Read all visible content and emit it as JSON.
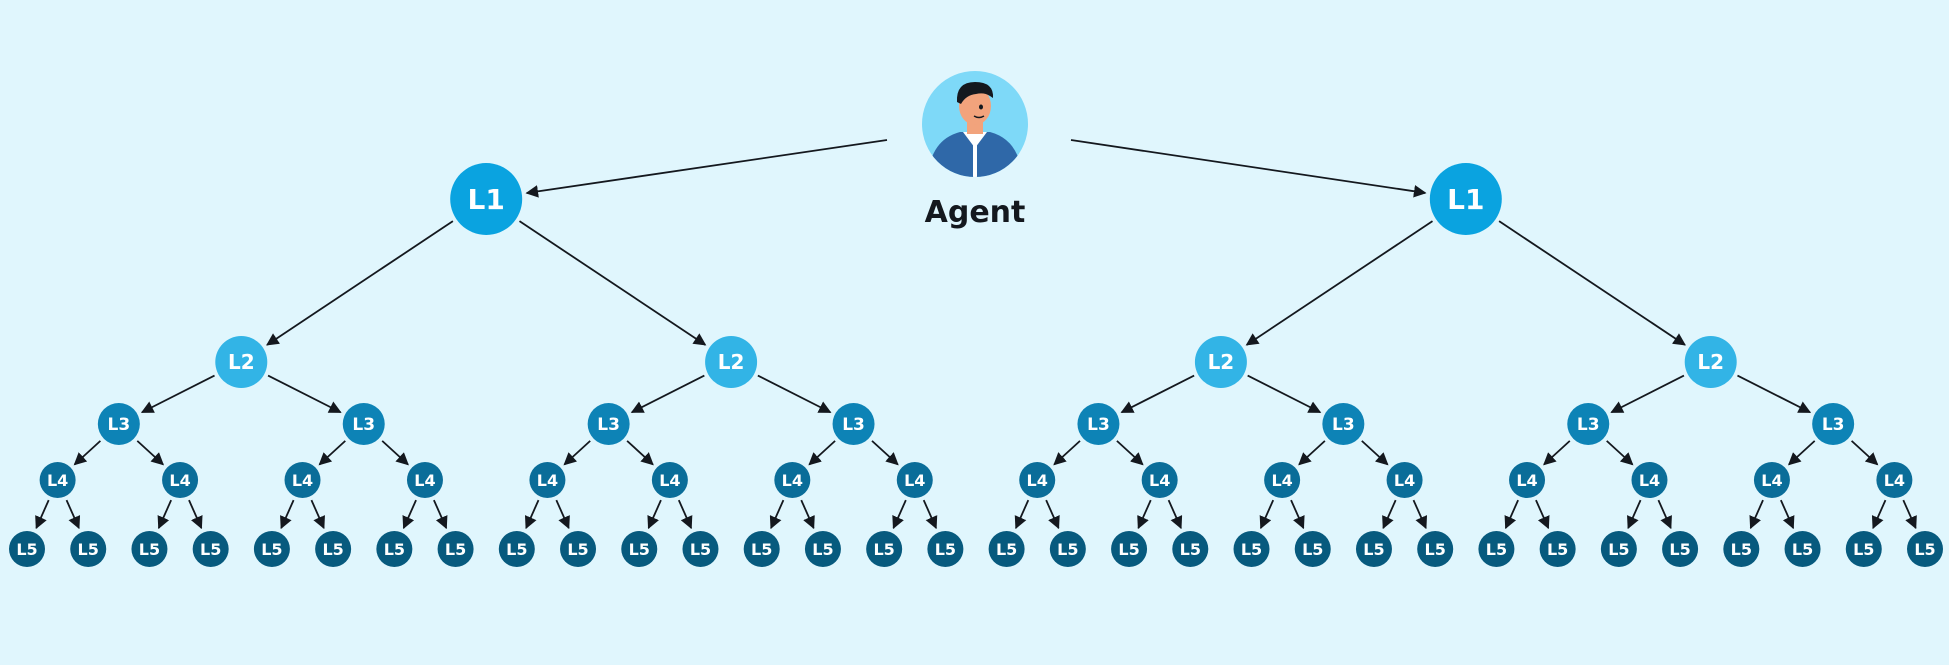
{
  "agent": {
    "label": "Agent",
    "icon": "agent-avatar-icon",
    "avatar_bg": "#7ed9f8",
    "shirt_color": "#2f68a8",
    "skin_color": "#f2a37c",
    "hair_color": "#14181e"
  },
  "levels": [
    {
      "label": "L1",
      "color": "#0aa3e0"
    },
    {
      "label": "L2",
      "color": "#32b4e6"
    },
    {
      "label": "L3",
      "color": "#0d83b6"
    },
    {
      "label": "L4",
      "color": "#0a6d99"
    },
    {
      "label": "L5",
      "color": "#075a7e"
    }
  ],
  "structure": {
    "type": "binary-tree",
    "root_children": 2,
    "branching": 2,
    "depth": 5,
    "edge_color": "#14181e",
    "background": "#e0f6fd"
  }
}
